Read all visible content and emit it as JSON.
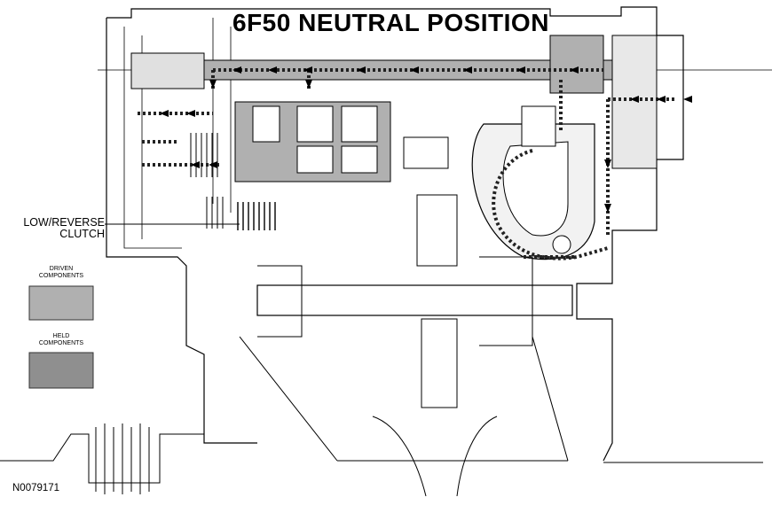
{
  "title": "6F50 NEUTRAL POSITION",
  "callouts": {
    "low_reverse_clutch": "LOW/REVERSE\nCLUTCH"
  },
  "legend": {
    "driven": {
      "label": "DRIVEN\nCOMPONENTS",
      "color": "#b0b0b0"
    },
    "held": {
      "label": "HELD\nCOMPONENTS",
      "color": "#909090"
    }
  },
  "figure_id": "N0079171",
  "colors": {
    "line": "#000000",
    "driven_fill": "#b0b0b0",
    "held_fill": "#8f8f8f",
    "flow_dots": "#222222"
  }
}
